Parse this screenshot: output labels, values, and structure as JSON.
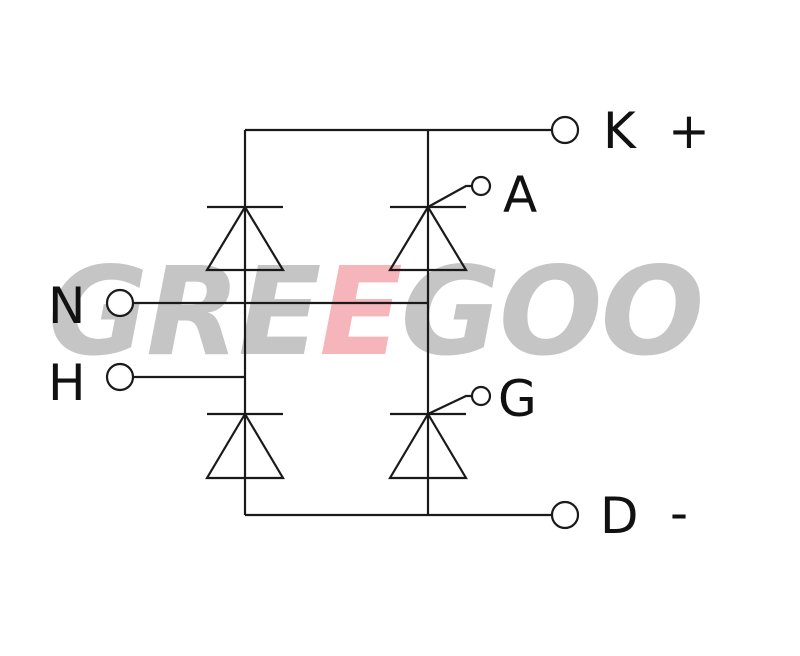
{
  "watermark": {
    "prefix": "GRE",
    "accent": "E",
    "suffix": "GOO",
    "gray_color": "#bcbcbc",
    "accent_color": "#f5a8b0"
  },
  "terminals": {
    "k": {
      "letter": "K",
      "sign": "+"
    },
    "a": {
      "letter": "A"
    },
    "n": {
      "letter": "N"
    },
    "h": {
      "letter": "H"
    },
    "g": {
      "letter": "G"
    },
    "d": {
      "letter": "D",
      "sign": "-"
    }
  },
  "devices": [
    {
      "kind": "diode",
      "position": "upper-left"
    },
    {
      "kind": "thyristor",
      "position": "upper-right",
      "gate": "A"
    },
    {
      "kind": "diode",
      "position": "lower-left"
    },
    {
      "kind": "thyristor",
      "position": "lower-right",
      "gate": "G"
    }
  ]
}
